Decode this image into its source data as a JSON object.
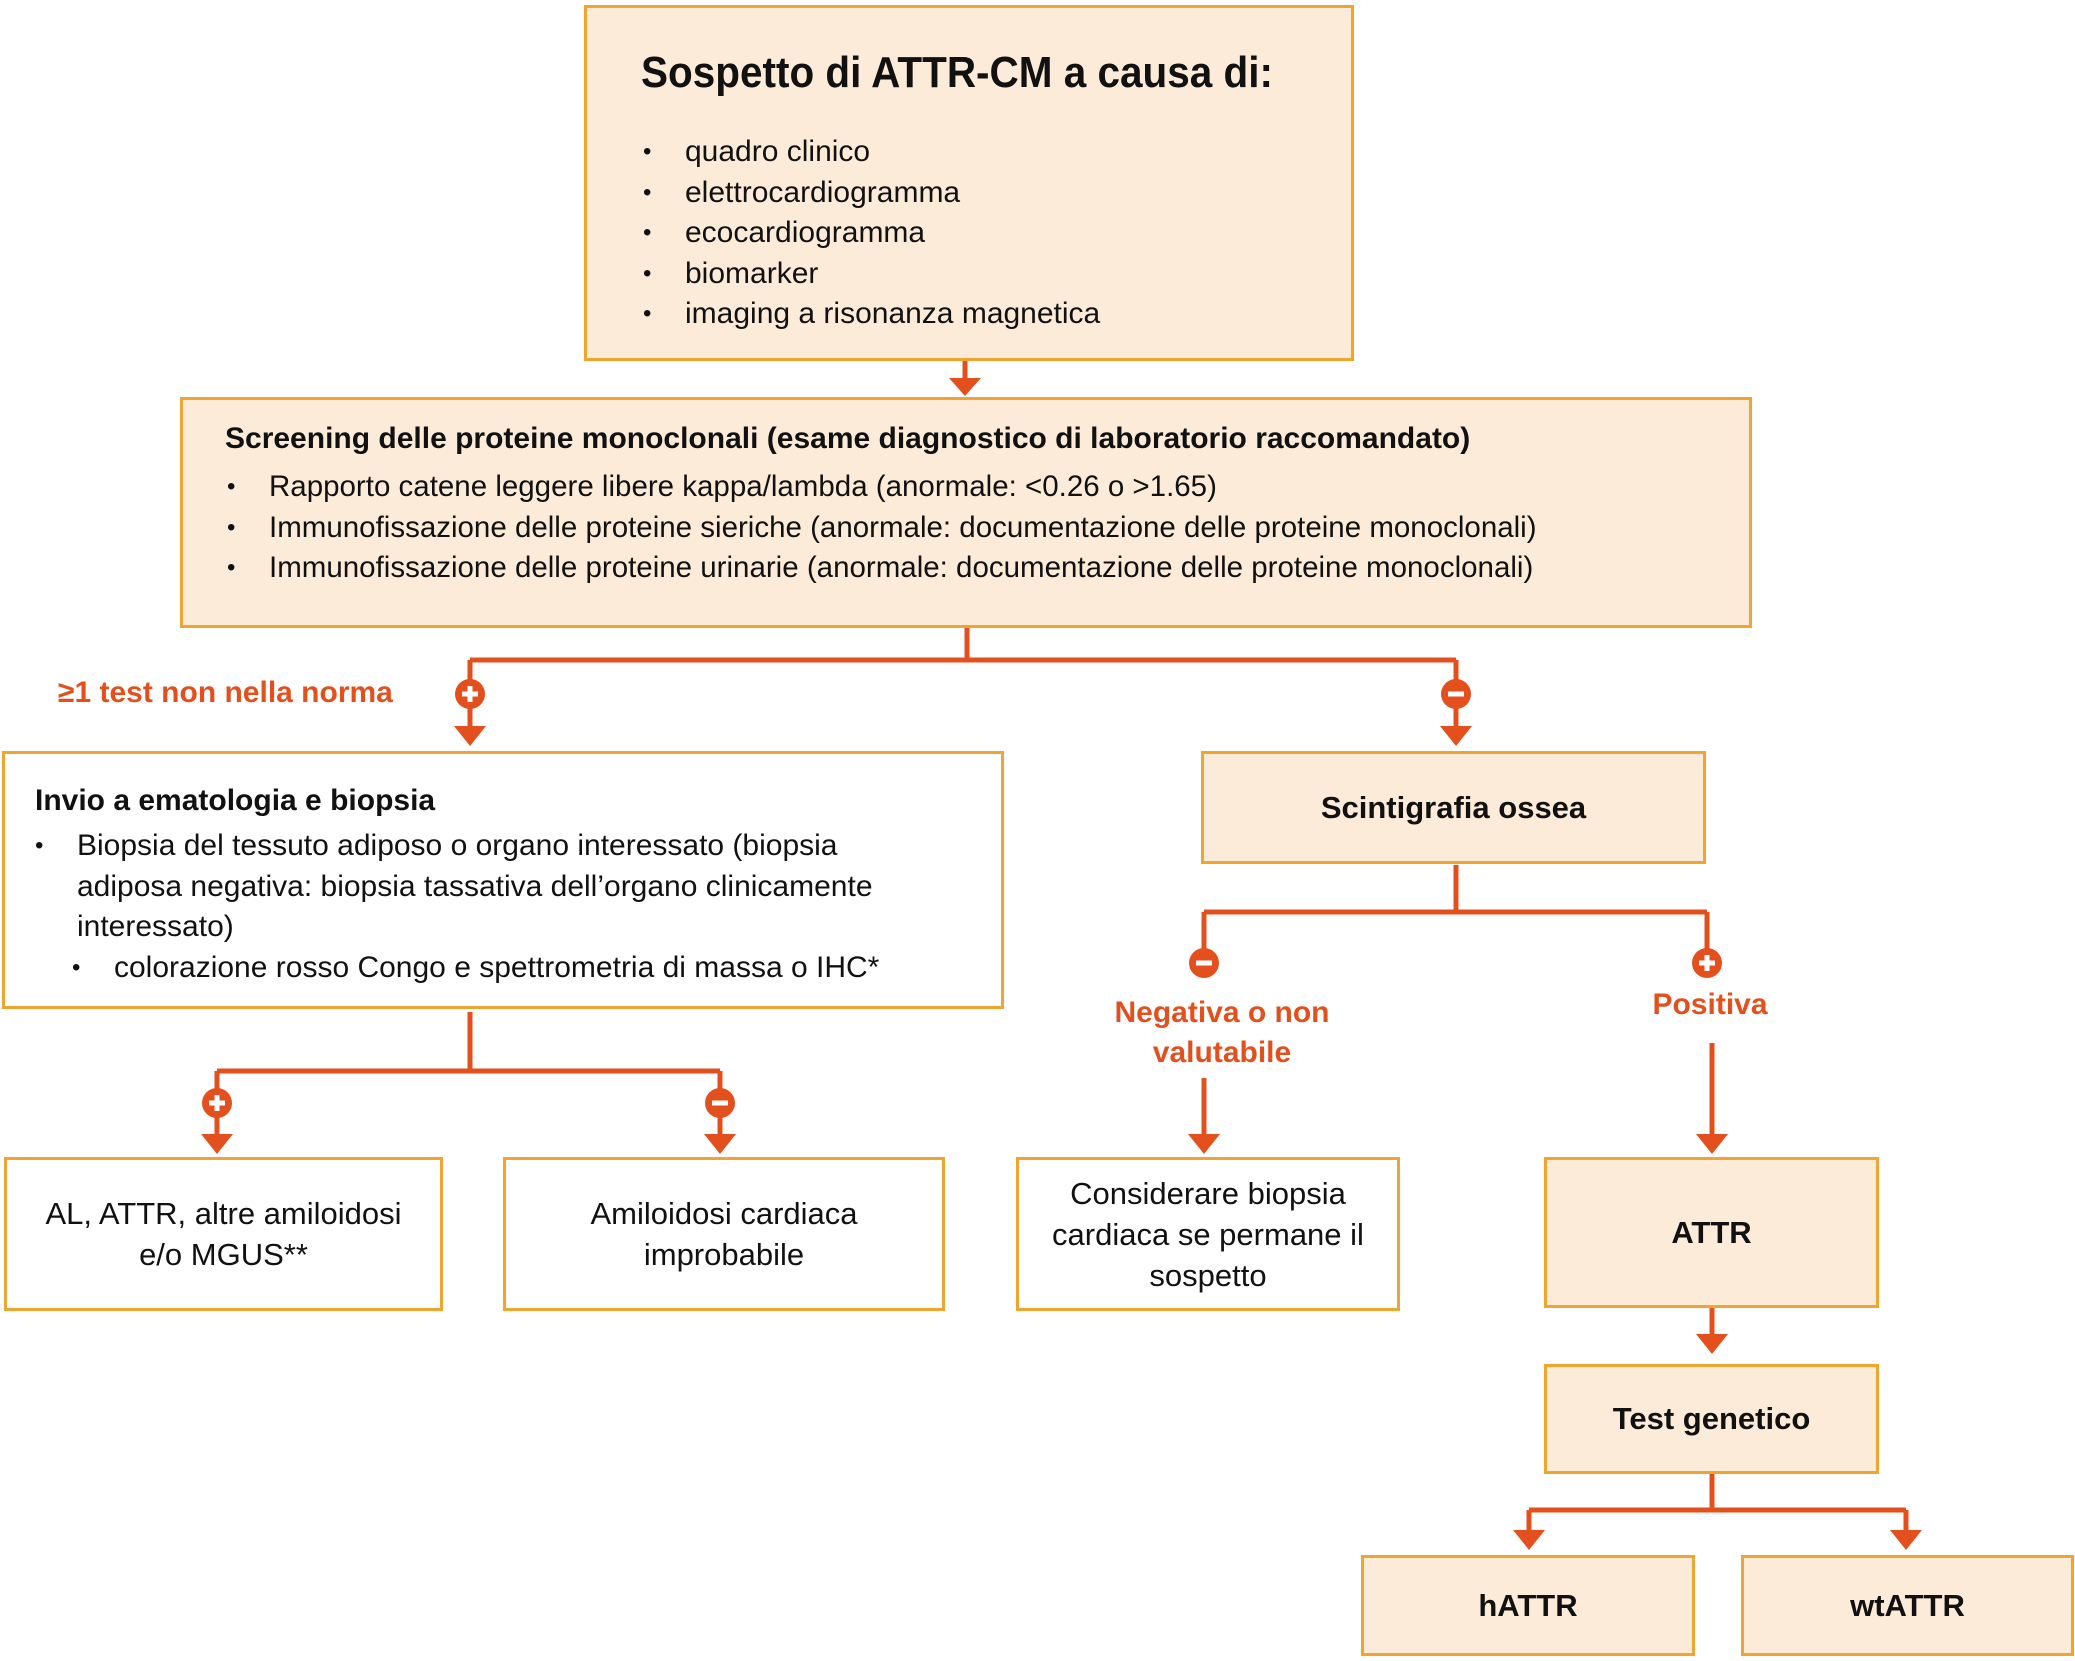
{
  "suspicion": {
    "title": "Sospetto di ATTR-CM a causa di:",
    "items": [
      "quadro clinico",
      "elettrocardiogramma",
      "ecocardiogramma",
      "biomarker",
      "imaging a risonanza magnetica"
    ]
  },
  "screening": {
    "title": "Screening delle proteine monoclonali (esame diagnostico di laboratorio raccomandato)",
    "items": [
      "Rapporto catene leggere libere kappa/lambda (anormale: <0.26 o >1.65)",
      "Immunofissazione delle proteine sieriche (anormale: documentazione delle proteine monoclonali)",
      "Immunofissazione delle proteine urinarie (anormale: documentazione delle proteine monoclonali)"
    ]
  },
  "branch_labels": {
    "abnormal_test": "≥1 test non nella norma",
    "negative": "Negativa o non valutabile",
    "positive": "Positiva"
  },
  "hematology": {
    "title": "Invio a ematologia e biopsia",
    "item_line1": "Biopsia del tessuto adiposo o organo interessato (biopsia",
    "item_line2": "adiposa negativa: biopsia tassativa dell’organo clinicamente",
    "item_line3": "interessato)",
    "subitem": "colorazione rosso Congo e spettrometria di massa o IHC*"
  },
  "scintigraphy": {
    "label": "Scintigrafia ossea"
  },
  "outcomes": {
    "al_line1": "AL, ATTR, altre amiloidosi",
    "al_line2": "e/o MGUS**",
    "unlikely_line1": "Amiloidosi cardiaca",
    "unlikely_line2": "improbabile",
    "biopsy_line1": "Considerare biopsia",
    "biopsy_line2": "cardiaca se permane il",
    "biopsy_line3": "sospetto",
    "attr": "ATTR",
    "genetic": "Test genetico",
    "hattr": "hATTR",
    "wtattr": "wtATTR"
  },
  "colors": {
    "arrow": "#e3501e",
    "border": "#f0a531",
    "fill": "#fdebd9"
  }
}
